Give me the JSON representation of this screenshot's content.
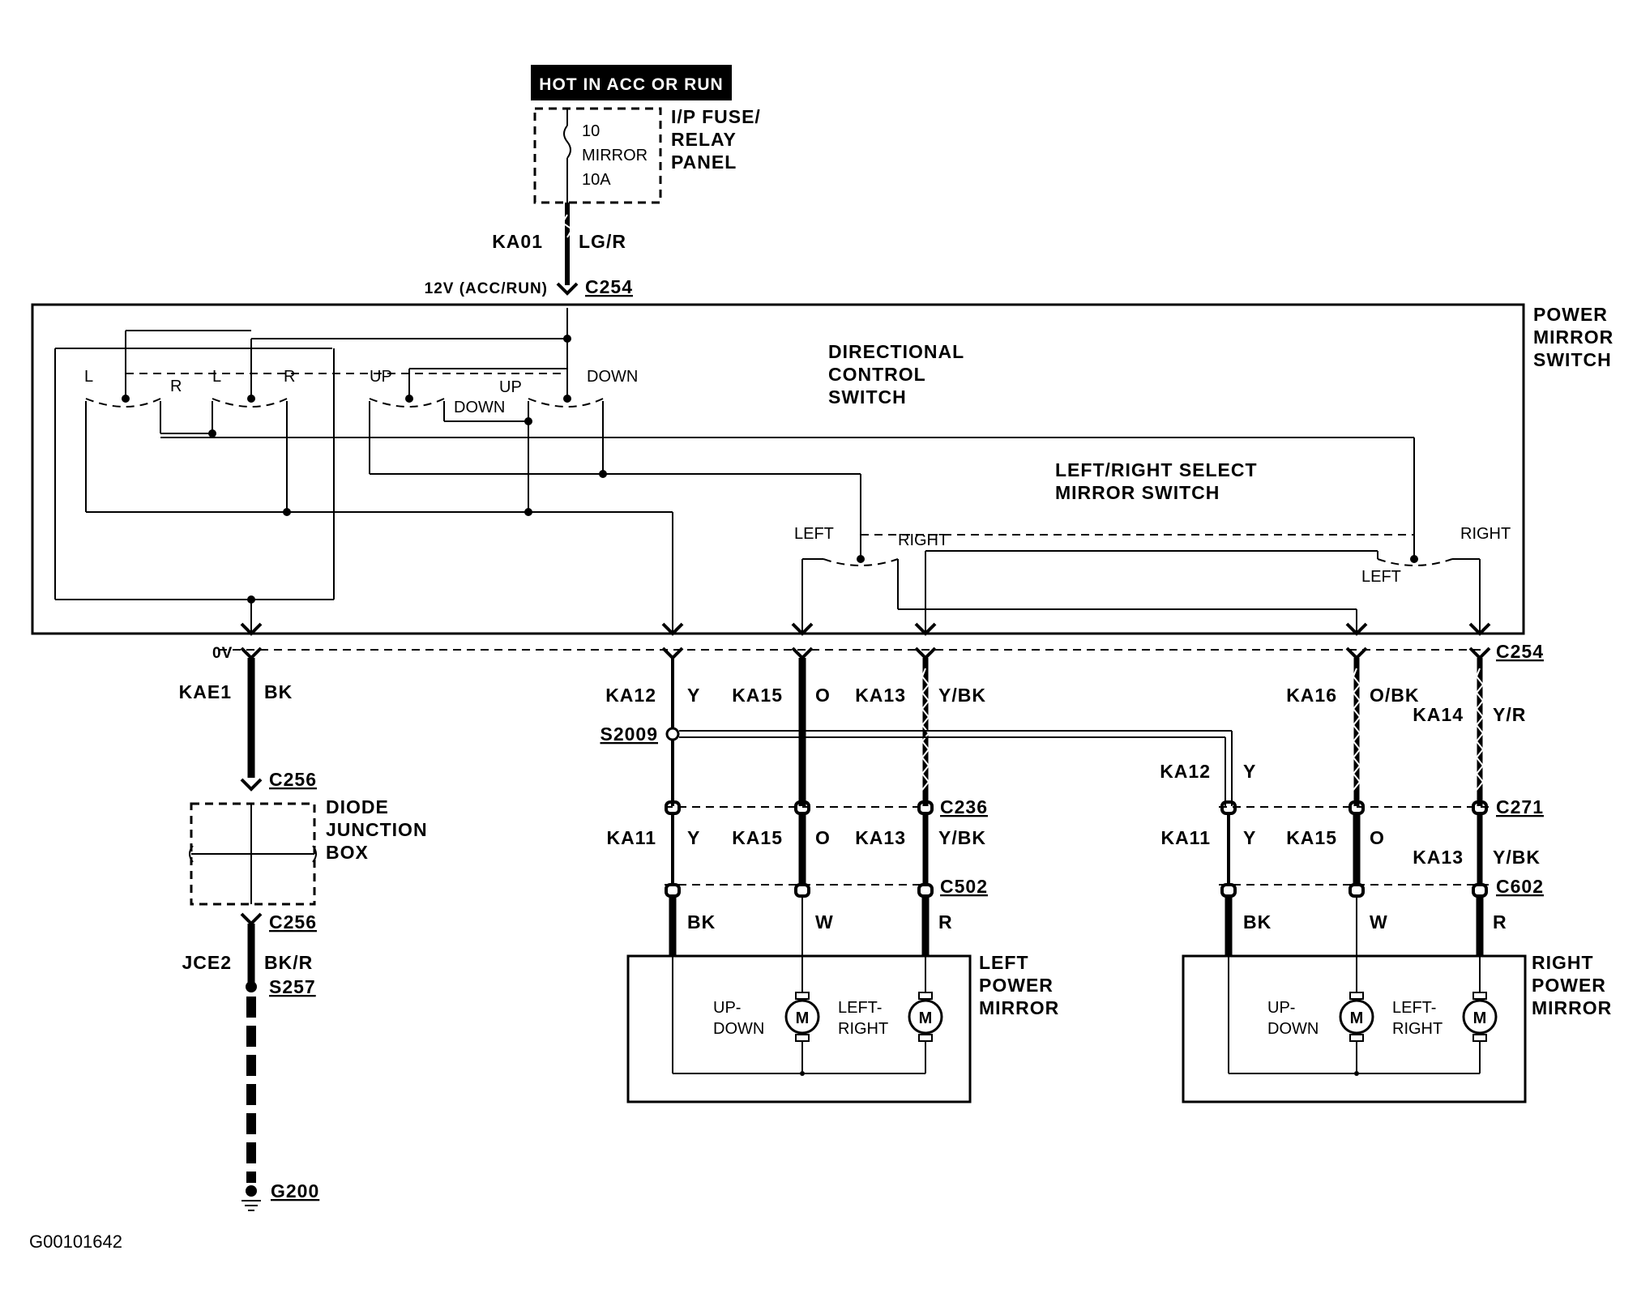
{
  "header": {
    "power_label": "HOT IN ACC OR RUN"
  },
  "fuse_panel": {
    "fuse_number": "10",
    "fuse_name": "MIRROR",
    "fuse_rating": "10A",
    "panel_line1": "I/P FUSE/",
    "panel_line2": "RELAY",
    "panel_line3": "PANEL"
  },
  "feed": {
    "circuit": "KA01",
    "color": "LG/R",
    "voltage": "12V (ACC/RUN)",
    "connector": "C254"
  },
  "power_mirror_switch": {
    "line1": "POWER",
    "line2": "MIRROR",
    "line3": "SWITCH"
  },
  "directional_switch": {
    "line1": "DIRECTIONAL",
    "line2": "CONTROL",
    "line3": "SWITCH",
    "labels": {
      "l1": "L",
      "r1": "R",
      "l2": "L",
      "r2": "R",
      "up1": "UP",
      "up2": "UP",
      "down1": "DOWN",
      "down2": "DOWN"
    }
  },
  "select_switch": {
    "line1": "LEFT/RIGHT  SELECT",
    "line2": "MIRROR SWITCH",
    "labels": {
      "left1": "LEFT",
      "right1": "RIGHT",
      "right2": "RIGHT",
      "left2": "LEFT"
    }
  },
  "ground_branch": {
    "voltage": "0V",
    "circuit1": "KAE1",
    "color1": "BK",
    "connector1": "C256",
    "diode_line1": "DIODE",
    "diode_line2": "JUNCTION",
    "diode_line3": "BOX",
    "connector2": "C256",
    "circuit2": "JCE2",
    "color2": "BK/R",
    "splice": "S257",
    "ground": "G200"
  },
  "left_mirror_wires": {
    "w1_circuit": "KA12",
    "w1_color": "Y",
    "w2_circuit": "KA15",
    "w2_color": "O",
    "w3_circuit": "KA13",
    "w3_color": "Y/BK",
    "splice": "S2009",
    "connector1": "C236",
    "w4_circuit": "KA11",
    "w4_color": "Y",
    "w5_circuit": "KA15",
    "w5_color": "O",
    "w6_circuit": "KA13",
    "w6_color": "Y/BK",
    "connector2": "C502",
    "p1_color": "BK",
    "p2_color": "W",
    "p3_color": "R"
  },
  "right_mirror_wires": {
    "w1_circuit": "KA16",
    "w1_color": "O/BK",
    "w2_circuit": "KA14",
    "w2_color": "Y/R",
    "connector0": "C254",
    "w3_circuit": "KA12",
    "w3_color": "Y",
    "connector1": "C271",
    "w4_circuit": "KA11",
    "w4_color": "Y",
    "w5_circuit": "KA15",
    "w5_color": "O",
    "w6_circuit": "KA13",
    "w6_color": "Y/BK",
    "connector2": "C602",
    "p1_color": "BK",
    "p2_color": "W",
    "p3_color": "R"
  },
  "left_mirror": {
    "line1": "LEFT",
    "line2": "POWER",
    "line3": "MIRROR",
    "motor1_line1": "UP-",
    "motor1_line2": "DOWN",
    "motor2_line1": "LEFT-",
    "motor2_line2": "RIGHT",
    "motor_symbol": "M"
  },
  "right_mirror": {
    "line1": "RIGHT",
    "line2": "POWER",
    "line3": "MIRROR",
    "motor1_line1": "UP-",
    "motor1_line2": "DOWN",
    "motor2_line1": "LEFT-",
    "motor2_line2": "RIGHT",
    "motor_symbol": "M"
  },
  "footer": {
    "figure_id": "G00101642"
  }
}
